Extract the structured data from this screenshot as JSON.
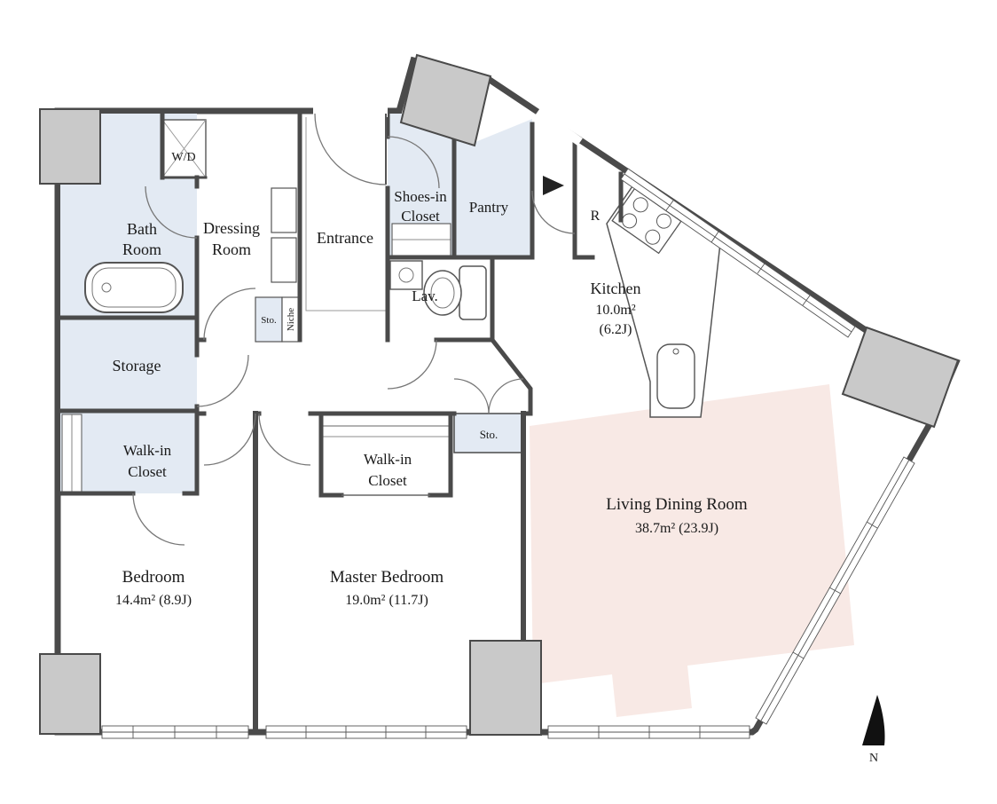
{
  "plan": {
    "labels": {
      "wd": "W/D",
      "bath_1": "Bath",
      "bath_2": "Room",
      "dressing_1": "Dressing",
      "dressing_2": "Room",
      "entrance": "Entrance",
      "shoes_1": "Shoes-in",
      "shoes_2": "Closet",
      "pantry": "Pantry",
      "refrigerator": "R",
      "kitchen_name": "Kitchen",
      "kitchen_area": "10.0m²",
      "kitchen_tatami": "(6.2J)",
      "lavatory": "Lav.",
      "hall_storage": "Sto.",
      "niche": "Niche",
      "storage": "Storage",
      "wic1_1": "Walk-in",
      "wic1_2": "Closet",
      "master_storage": "Sto.",
      "wic2_1": "Walk-in",
      "wic2_2": "Closet",
      "bedroom_name": "Bedroom",
      "bedroom_area": "14.4m² (8.9J)",
      "master_name": "Master Bedroom",
      "master_area": "19.0m² (11.7J)",
      "living_name": "Living Dining Room",
      "living_area": "38.7m² (23.9J)",
      "compass_north": "N"
    },
    "colors": {
      "wall": "#4a4a4a",
      "column": "#c9c9c9",
      "closet_fill": "#e3eaf3",
      "rug_fill": "#f8e9e5"
    }
  }
}
